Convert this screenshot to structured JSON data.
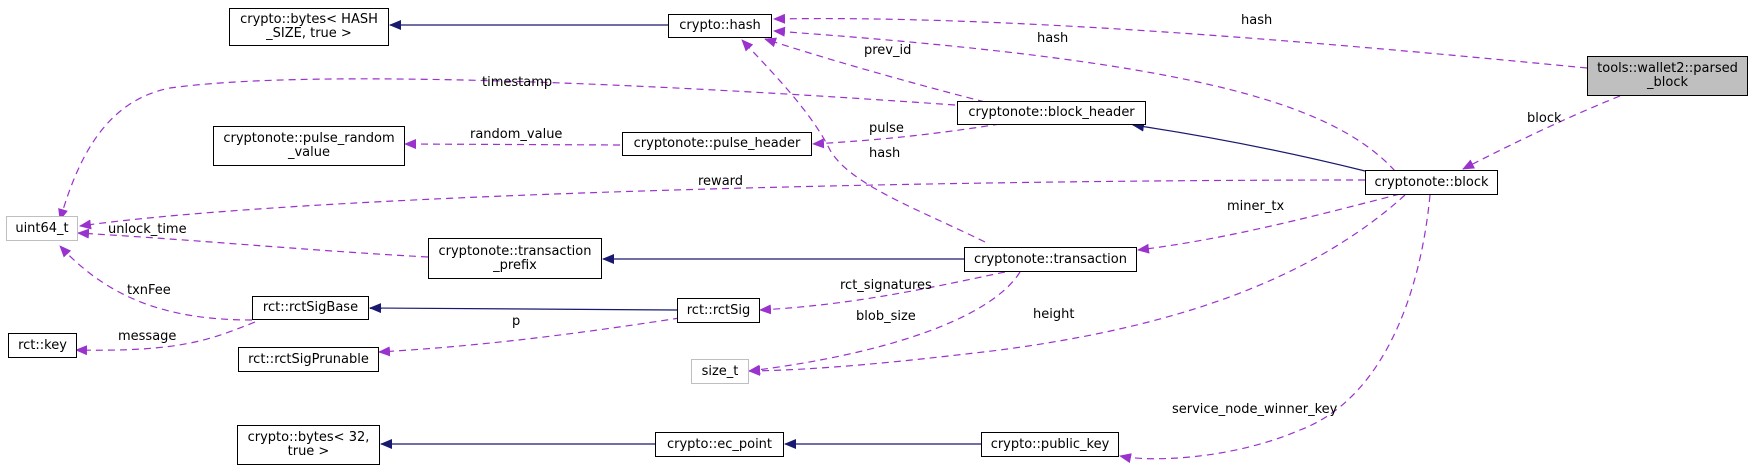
{
  "nodes": {
    "bytes_hash": "crypto::bytes< HASH\n_SIZE, true >",
    "crypto_hash": "crypto::hash",
    "parsed_block": "tools::wallet2::parsed\n_block",
    "uint64": "uint64_t",
    "pulse_random": "cryptonote::pulse_random\n_value",
    "pulse_header": "cryptonote::pulse_header",
    "block_header": "cryptonote::block_header",
    "block": "cryptonote::block",
    "tx_prefix": "cryptonote::transaction\n_prefix",
    "transaction": "cryptonote::transaction",
    "rct_key": "rct::key",
    "rctSigBase": "rct::rctSigBase",
    "rctSig": "rct::rctSig",
    "rctSigPrunable": "rct::rctSigPrunable",
    "size_t": "size_t",
    "bytes32": "crypto::bytes< 32,\ntrue >",
    "ec_point": "crypto::ec_point",
    "public_key": "crypto::public_key"
  },
  "edge_labels": {
    "hash_top": "hash",
    "hash_block": "hash",
    "prev_id": "prev_id",
    "timestamp": "timestamp",
    "random_value": "random_value",
    "pulse": "pulse",
    "hash_tx": "hash",
    "block": "block",
    "reward": "reward",
    "miner_tx": "miner_tx",
    "unlock_time": "unlock_time",
    "txnFee": "txnFee",
    "rct_signatures": "rct_signatures",
    "message": "message",
    "p": "p",
    "blob_size": "blob_size",
    "height": "height",
    "service_node_winner_key": "service_node_winner_key"
  },
  "colors": {
    "inheritance": "#191970",
    "usage": "#9a32cd",
    "highlight_fill": "#bfbfbf",
    "gray_border": "#bfbfbf"
  }
}
